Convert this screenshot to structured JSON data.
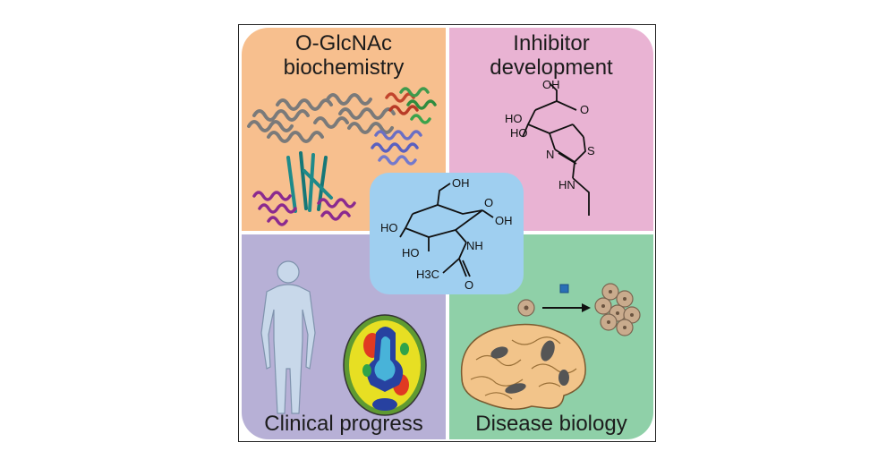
{
  "quadrants": {
    "top_left": {
      "title_line1": "O-GlcNAc",
      "title_line2": "biochemistry"
    },
    "top_right": {
      "title_line1": "Inhibitor",
      "title_line2": "development"
    },
    "bottom_left": {
      "title": "Clinical progress"
    },
    "bottom_right": {
      "title": "Disease biology"
    }
  },
  "inhibitor_structure": {
    "oh_top": "OH",
    "ho_left1": "HO",
    "ho_left2": "HO",
    "o_ring": "O",
    "n_ring": "N",
    "s_ring": "S",
    "hn": "HN"
  },
  "glcnac_structure": {
    "oh_top": "OH",
    "ho_left": "HO",
    "ho_left2": "HO",
    "o_ring": "O",
    "oh_right": "OH",
    "nh": "NH",
    "h3c": "H3C",
    "o_carbonyl": "O"
  },
  "colors": {
    "orange": "#f7bf8e",
    "pink": "#e9b3d3",
    "purple": "#b7b0d6",
    "green": "#8fd0a8",
    "blue": "#9fcff0"
  }
}
